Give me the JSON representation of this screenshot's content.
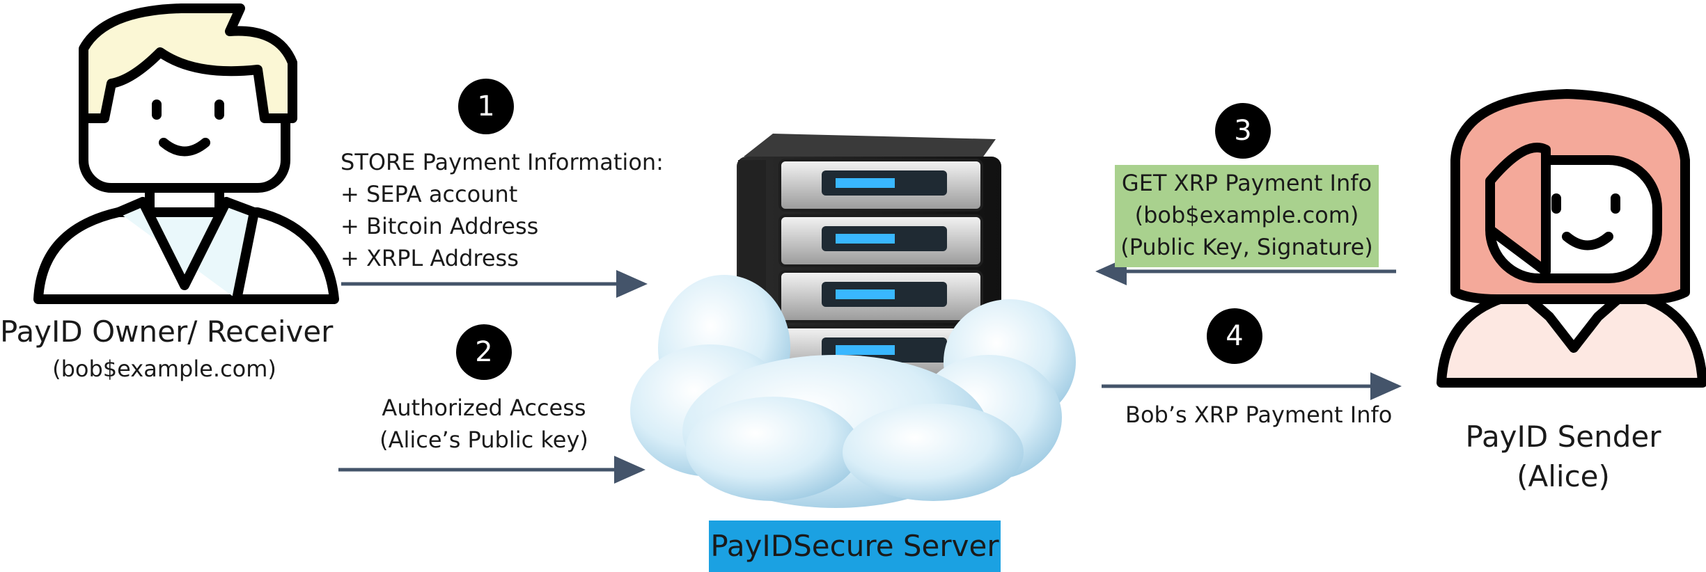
{
  "actors": {
    "receiver": {
      "name": "PayID Owner/ Receiver",
      "id": "(bob$example.com)"
    },
    "sender": {
      "name": "PayID Sender",
      "alias": "(Alice)"
    },
    "server": {
      "name": "PayIDSecure Server"
    }
  },
  "steps": [
    {
      "number": "1",
      "lines": [
        "STORE Payment Information:",
        "+ SEPA account",
        "+ Bitcoin Address",
        "+ XRPL Address"
      ]
    },
    {
      "number": "2",
      "lines": [
        "Authorized Access",
        "(Alice’s Public key)"
      ]
    },
    {
      "number": "3",
      "lines": [
        "GET XRP Payment Info",
        "(bob$example.com)",
        "(Public Key, Signature)"
      ]
    },
    {
      "number": "4",
      "lines": [
        "Bob’s XRP Payment Info"
      ]
    }
  ],
  "colors": {
    "step3_box": "#a9d18e",
    "server_label_box": "#1ba1e2",
    "arrow": "#44546a",
    "sender_accent": "#f4a99a",
    "receiver_hair": "#fbf7d5"
  }
}
